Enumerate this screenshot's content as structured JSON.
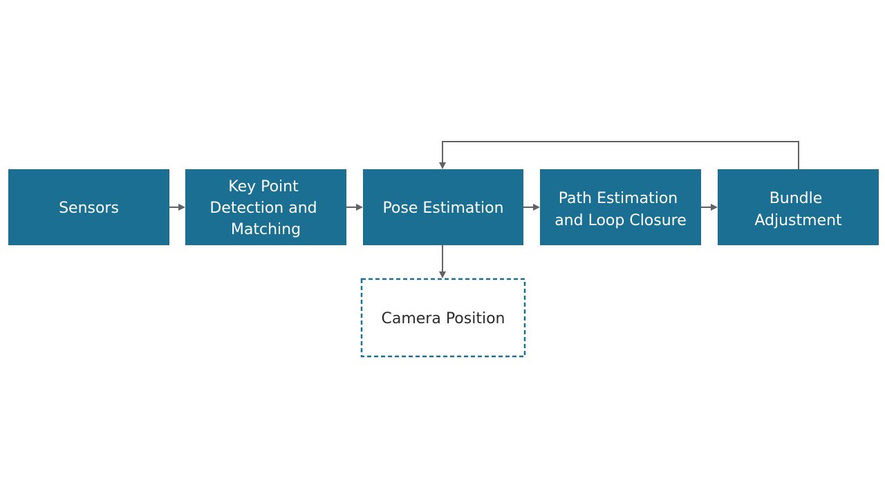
{
  "colors": {
    "background": "#ffffff",
    "box_fill": "#1b6f93",
    "box_text": "#ffffff",
    "arrow": "#5f6366",
    "output_border": "#1b6f93",
    "output_text": "#2b2b2b"
  },
  "nodes": [
    {
      "id": "sensors",
      "lines": [
        "Sensors"
      ]
    },
    {
      "id": "keypoint",
      "lines": [
        "Key Point",
        "Detection and",
        "Matching"
      ]
    },
    {
      "id": "pose",
      "lines": [
        "Pose Estimation"
      ]
    },
    {
      "id": "path",
      "lines": [
        "Path Estimation",
        "and Loop Closure"
      ]
    },
    {
      "id": "bundle",
      "lines": [
        "Bundle",
        "Adjustment"
      ]
    }
  ],
  "output": {
    "id": "camera",
    "lines": [
      "Camera Position"
    ],
    "style": "dashed"
  },
  "edges": [
    {
      "from": "sensors",
      "to": "keypoint"
    },
    {
      "from": "keypoint",
      "to": "pose"
    },
    {
      "from": "pose",
      "to": "path"
    },
    {
      "from": "path",
      "to": "bundle"
    },
    {
      "from": "bundle",
      "to": "pose",
      "route": "feedback-over-top"
    },
    {
      "from": "pose",
      "to": "camera"
    }
  ]
}
